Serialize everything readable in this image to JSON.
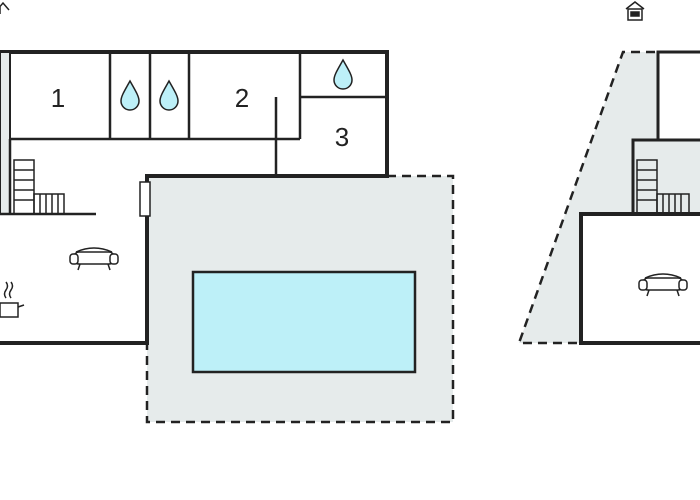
{
  "colors": {
    "wall": "#222222",
    "terrace": "#e6ebeb",
    "pool": "#bdf0f8",
    "room": "#ffffff"
  },
  "rooms": [
    {
      "id": "bedroom-1",
      "label": "1"
    },
    {
      "id": "bedroom-2",
      "label": "2"
    },
    {
      "id": "bedroom-3",
      "label": "3"
    }
  ],
  "icons": [
    "house-icon",
    "water-drop-icon",
    "sofa-icon",
    "stove-icon",
    "stairs-icon"
  ]
}
